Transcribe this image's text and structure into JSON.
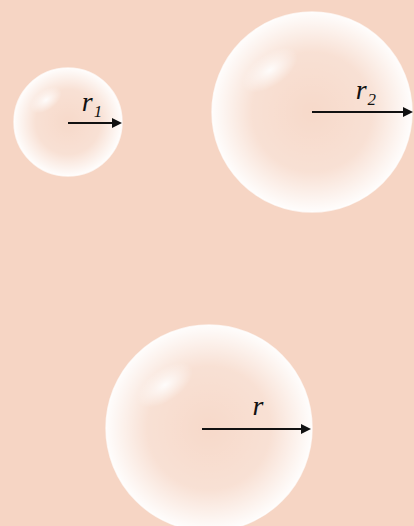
{
  "diagram": {
    "labels": [
      "r₁",
      "r₂",
      "r"
    ]
  }
}
